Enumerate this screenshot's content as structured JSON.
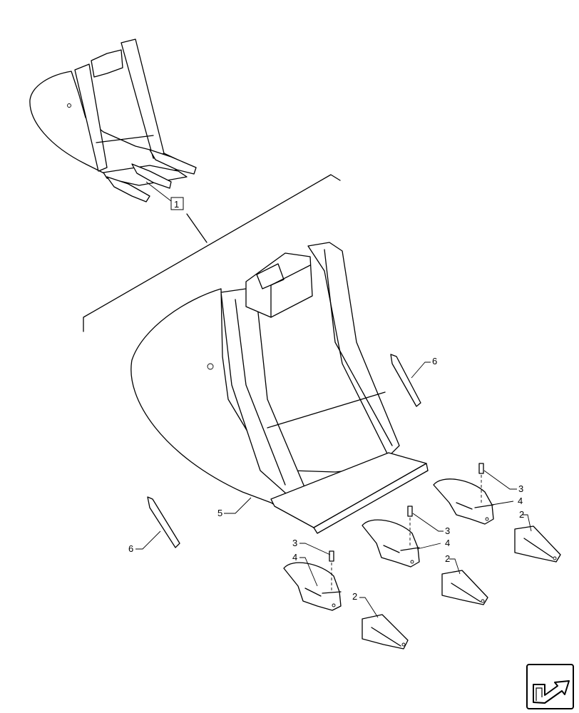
{
  "callouts": {
    "assembly": "1",
    "tooth_tip": "2",
    "pin": "3",
    "adapter": "4",
    "bucket": "5",
    "side_cutter": "6"
  },
  "nav_icon": "next-page-arrow-icon"
}
